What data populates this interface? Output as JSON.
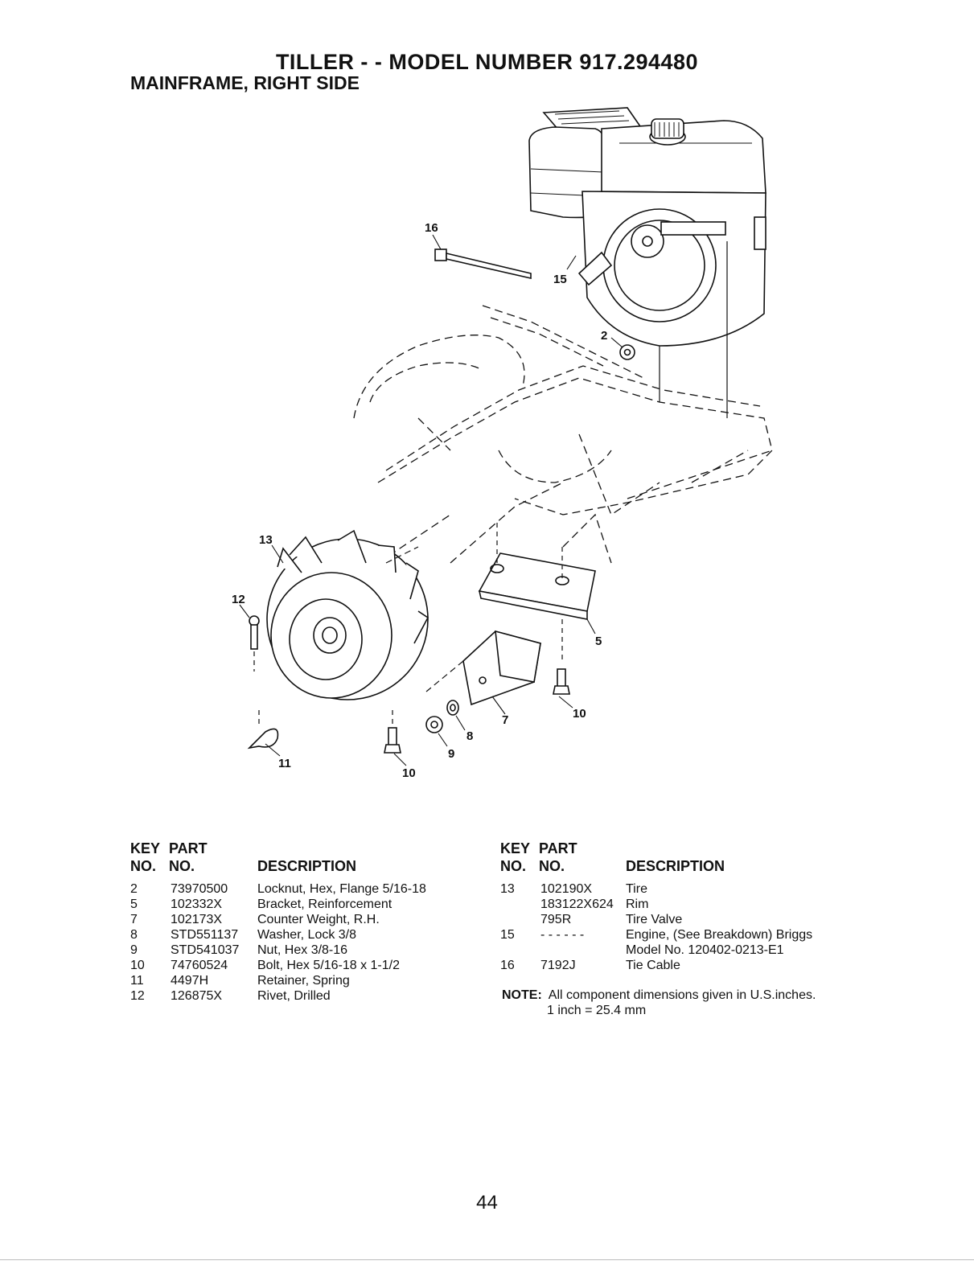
{
  "header": {
    "title": "TILLER - - MODEL NUMBER 917.294480",
    "subtitle": "MAINFRAME, RIGHT SIDE"
  },
  "diagram": {
    "callouts": [
      "16",
      "15",
      "2",
      "13",
      "12",
      "5",
      "10",
      "7",
      "8",
      "11",
      "9",
      "10"
    ]
  },
  "parts_table_left": {
    "headers": {
      "key_top": "KEY",
      "key_bottom": "NO.",
      "part_top": "PART",
      "part_bottom": "NO.",
      "description": "DESCRIPTION"
    },
    "rows": [
      {
        "key": "2",
        "part": "73970500",
        "description": "Locknut, Hex, Flange  5/16-18"
      },
      {
        "key": "5",
        "part": "102332X",
        "description": "Bracket, Reinforcement"
      },
      {
        "key": "7",
        "part": "102173X",
        "description": "Counter Weight, R.H."
      },
      {
        "key": "8",
        "part": "STD551137",
        "description": "Washer, Lock  3/8"
      },
      {
        "key": "9",
        "part": "STD541037",
        "description": "Nut, Hex  3/8-16"
      },
      {
        "key": "10",
        "part": "74760524",
        "description": "Bolt, Hex  5/16-18 x 1-1/2"
      },
      {
        "key": "11",
        "part": "4497H",
        "description": "Retainer, Spring"
      },
      {
        "key": "12",
        "part": "126875X",
        "description": "Rivet, Drilled"
      }
    ]
  },
  "parts_table_right": {
    "headers": {
      "key_top": "KEY",
      "key_bottom": "NO.",
      "part_top": "PART",
      "part_bottom": "NO.",
      "description": "DESCRIPTION"
    },
    "rows": [
      {
        "key": "13",
        "part": "102190X",
        "description": "Tire"
      },
      {
        "key": "",
        "part": "183122X624",
        "description": "Rim"
      },
      {
        "key": "",
        "part": "795R",
        "description": "Tire Valve"
      },
      {
        "key": "15",
        "part": "- - - - - -",
        "description": "Engine, (See Breakdown) Briggs"
      },
      {
        "key": "",
        "part": "",
        "description": "Model  No. 120402-0213-E1"
      },
      {
        "key": "16",
        "part": "7192J",
        "description": "Tie Cable"
      }
    ]
  },
  "note": {
    "label": "NOTE:",
    "line1": "All component dimensions given in U.S.inches.",
    "line2": "1 inch = 25.4 mm"
  },
  "footer": {
    "page_number": "44"
  }
}
